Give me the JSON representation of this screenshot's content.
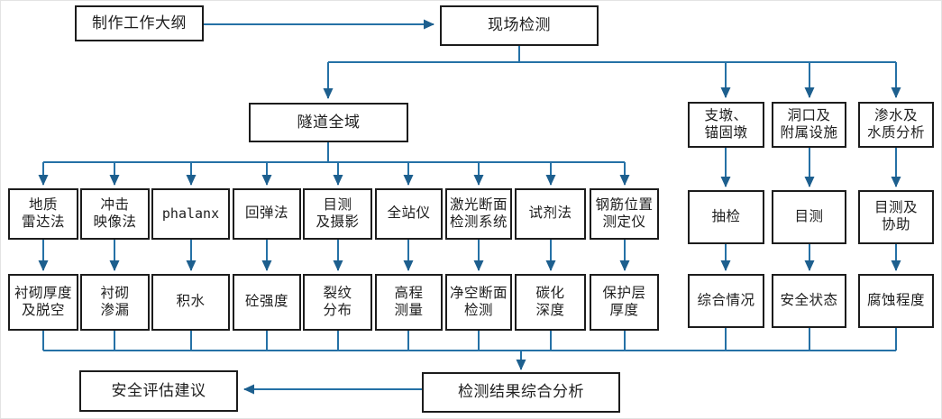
{
  "diagram": {
    "type": "flowchart",
    "language": "zh-CN",
    "colors": {
      "connector_line": "#2571a6",
      "arrowhead": "#1d5f8e",
      "box_border": "#1c1c1c",
      "text": "#1e1e1e",
      "background": "#ffffff"
    },
    "nodes": {
      "outline": {
        "label": "制作工作大纲"
      },
      "site_inspection": {
        "label": "现场检测"
      },
      "tunnel_whole": {
        "label": "隧道全域"
      },
      "pier_anchor": {
        "label": "支墩、\n锚固墩"
      },
      "portal_facilities": {
        "label": "洞口及\n附属设施"
      },
      "seepage_water": {
        "label": "渗水及\n水质分析"
      },
      "geo_radar": {
        "label": "地质\n雷达法"
      },
      "impact_imaging": {
        "label": "冲击\n映像法"
      },
      "phalanx": {
        "label": "phalanx"
      },
      "rebound": {
        "label": "回弹法"
      },
      "visual_photo": {
        "label": "目测\n及摄影"
      },
      "total_station": {
        "label": "全站仪"
      },
      "laser_section": {
        "label": "激光断面\n检测系统"
      },
      "reagent": {
        "label": "试剂法"
      },
      "rebar_locator": {
        "label": "钢筋位置\n测定仪"
      },
      "sampling": {
        "label": "抽检"
      },
      "visual": {
        "label": "目测"
      },
      "visual_assist": {
        "label": "目测及\n协助"
      },
      "lining_thickness": {
        "label": "衬砌厚度\n及脱空"
      },
      "lining_leakage": {
        "label": "衬砌\n渗漏"
      },
      "water_accumulation": {
        "label": "积水"
      },
      "concrete_strength": {
        "label": "砼强度"
      },
      "crack_distribution": {
        "label": "裂纹\n分布"
      },
      "elevation_survey": {
        "label": "高程\n测量"
      },
      "clearance_section": {
        "label": "净空断面\n检测"
      },
      "carbonation_depth": {
        "label": "碳化\n深度"
      },
      "cover_thickness": {
        "label": "保护层\n厚度"
      },
      "overall_situation": {
        "label": "综合情况"
      },
      "safety_state": {
        "label": "安全状态"
      },
      "corrosion_degree": {
        "label": "腐蚀程度"
      },
      "analysis": {
        "label": "检测结果综合分析"
      },
      "advice": {
        "label": "安全评估建议"
      }
    },
    "edges": [
      {
        "from": "outline",
        "to": "site_inspection"
      },
      {
        "from": "site_inspection",
        "to": "tunnel_whole"
      },
      {
        "from": "site_inspection",
        "to": "pier_anchor"
      },
      {
        "from": "site_inspection",
        "to": "portal_facilities"
      },
      {
        "from": "site_inspection",
        "to": "seepage_water"
      },
      {
        "from": "tunnel_whole",
        "to": "geo_radar"
      },
      {
        "from": "tunnel_whole",
        "to": "impact_imaging"
      },
      {
        "from": "tunnel_whole",
        "to": "phalanx"
      },
      {
        "from": "tunnel_whole",
        "to": "rebound"
      },
      {
        "from": "tunnel_whole",
        "to": "visual_photo"
      },
      {
        "from": "tunnel_whole",
        "to": "total_station"
      },
      {
        "from": "tunnel_whole",
        "to": "laser_section"
      },
      {
        "from": "tunnel_whole",
        "to": "reagent"
      },
      {
        "from": "tunnel_whole",
        "to": "rebar_locator"
      },
      {
        "from": "geo_radar",
        "to": "lining_thickness"
      },
      {
        "from": "impact_imaging",
        "to": "lining_leakage"
      },
      {
        "from": "phalanx",
        "to": "water_accumulation"
      },
      {
        "from": "rebound",
        "to": "concrete_strength"
      },
      {
        "from": "visual_photo",
        "to": "crack_distribution"
      },
      {
        "from": "total_station",
        "to": "elevation_survey"
      },
      {
        "from": "laser_section",
        "to": "clearance_section"
      },
      {
        "from": "reagent",
        "to": "carbonation_depth"
      },
      {
        "from": "rebar_locator",
        "to": "cover_thickness"
      },
      {
        "from": "pier_anchor",
        "to": "sampling"
      },
      {
        "from": "portal_facilities",
        "to": "visual"
      },
      {
        "from": "seepage_water",
        "to": "visual_assist"
      },
      {
        "from": "sampling",
        "to": "overall_situation"
      },
      {
        "from": "visual",
        "to": "safety_state"
      },
      {
        "from": "visual_assist",
        "to": "corrosion_degree"
      },
      {
        "from": "lining_thickness",
        "to": "analysis"
      },
      {
        "from": "lining_leakage",
        "to": "analysis"
      },
      {
        "from": "water_accumulation",
        "to": "analysis"
      },
      {
        "from": "concrete_strength",
        "to": "analysis"
      },
      {
        "from": "crack_distribution",
        "to": "analysis"
      },
      {
        "from": "elevation_survey",
        "to": "analysis"
      },
      {
        "from": "clearance_section",
        "to": "analysis"
      },
      {
        "from": "carbonation_depth",
        "to": "analysis"
      },
      {
        "from": "cover_thickness",
        "to": "analysis"
      },
      {
        "from": "overall_situation",
        "to": "analysis"
      },
      {
        "from": "safety_state",
        "to": "analysis"
      },
      {
        "from": "corrosion_degree",
        "to": "analysis"
      },
      {
        "from": "analysis",
        "to": "advice"
      }
    ]
  }
}
